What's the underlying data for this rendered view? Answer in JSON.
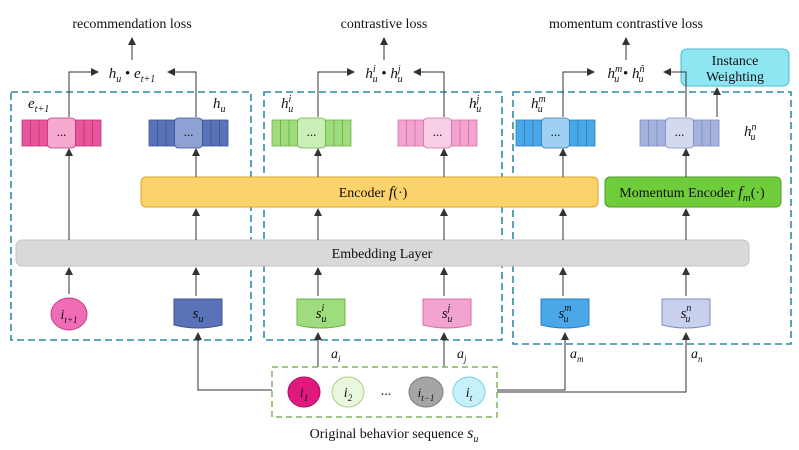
{
  "title_recommendation_loss": "recommendation loss",
  "title_contrastive_loss": "contrastive loss",
  "title_momentum_contrastive_loss": "momentum contrastive loss",
  "formula_recommendation": "h_u • e_{t+1}",
  "formula_contrastive": "h_u^i • h_u^j",
  "formula_momentum": "h_u^m • h_u^ñ",
  "instance_weighting": {
    "line1": "Instance",
    "line2": "Weighting"
  },
  "encoder_label": "Encoder f(·)",
  "momentum_encoder_label": "Momentum Encoder f_m(·)",
  "embedding_layer_label": "Embedding Layer",
  "embedding_labels": {
    "e_next": "e_{t+1}",
    "h_u": "h_u",
    "h_i": "h_u^i",
    "h_j": "h_u^j",
    "h_m": "h_u^m",
    "h_n": "h_u^n"
  },
  "ellipsis": "...",
  "inputs": {
    "i_next": "i_{t+1}",
    "s_u": "s_u",
    "s_i": "s_u^i",
    "s_j": "s_u^j",
    "s_m": "s_u^m",
    "s_n": "s_u^n"
  },
  "augmentations": {
    "a_i": "a_i",
    "a_j": "a_j",
    "a_m": "a_m",
    "a_n": "a_n"
  },
  "sequence_items": [
    "i_1",
    "i_2",
    "...",
    "i_{t-1}",
    "i_t"
  ],
  "sequence_caption": "Original behavior sequence s_u",
  "colors": {
    "dash_blue": "#2f8aa8",
    "pink": "#e8559a",
    "navy": "#5a72b8",
    "green": "#9fdc7e",
    "rose": "#f3a3d0",
    "sky": "#4aa8e8",
    "lavender": "#a4b2dc",
    "encoder": "#fcd36a",
    "momentum_encoder": "#6fcc3a",
    "embedding": "#d9d9d9",
    "instance": "#8ee6f2",
    "seq_green_border": "#7bb55a"
  }
}
